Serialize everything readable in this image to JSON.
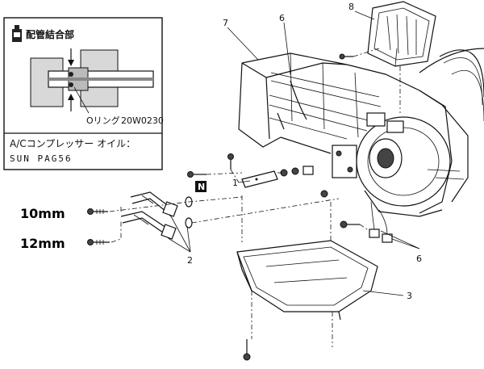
{
  "callout": {
    "heading": "配管結合部",
    "part_code": "20W0230",
    "oring_label": "Oリング",
    "oil_line1": "A/Cコンプレッサー オイル：",
    "oil_line2": "SUN PAG56"
  },
  "torque_labels": {
    "upper": "10mm",
    "lower": "12mm"
  },
  "badge": "N",
  "part_numbers": {
    "p1": "1",
    "p2": "2",
    "p3": "3",
    "p6_top": "6",
    "p6_right": "6",
    "p7": "7",
    "p8": "8"
  }
}
